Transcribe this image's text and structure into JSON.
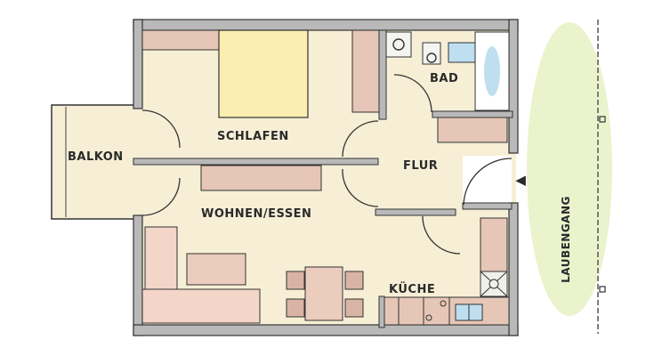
{
  "plan": {
    "rooms": {
      "schlafen": "SCHLAFEN",
      "balkon": "BALKON",
      "flur": "FLUR",
      "bad": "BAD",
      "wohnen_essen": "WOHNEN/ESSEN",
      "kueche": "KÜCHE",
      "laubengang": "LAUBENGANG"
    },
    "colors": {
      "floor": "#f6efd6",
      "wall": "#b9b9b9",
      "furniture": "#e6c6b6",
      "bed": "#fbeeb0",
      "bath_fixture": "#bfdff0",
      "outdoor_green": "#eaf3cc",
      "line": "#2a2a2a"
    },
    "entrance_marker": "▲"
  }
}
